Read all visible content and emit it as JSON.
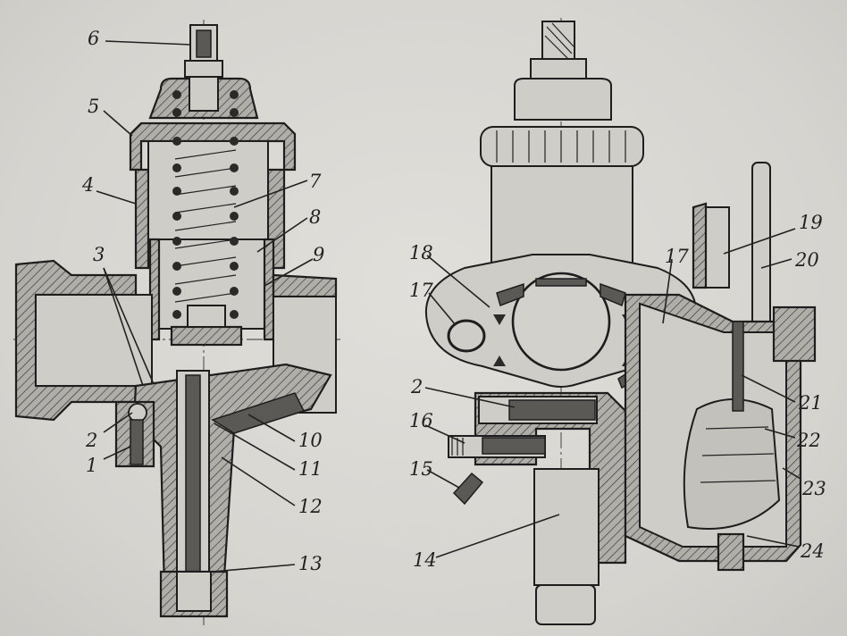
{
  "figure": {
    "left_view_labels": [
      "6",
      "5",
      "4",
      "7",
      "8",
      "9",
      "3",
      "2",
      "1",
      "10",
      "11",
      "12",
      "13"
    ],
    "right_view_labels": [
      "18",
      "17",
      "17",
      "19",
      "20",
      "2",
      "16",
      "15",
      "21",
      "22",
      "23",
      "24",
      "14"
    ]
  }
}
